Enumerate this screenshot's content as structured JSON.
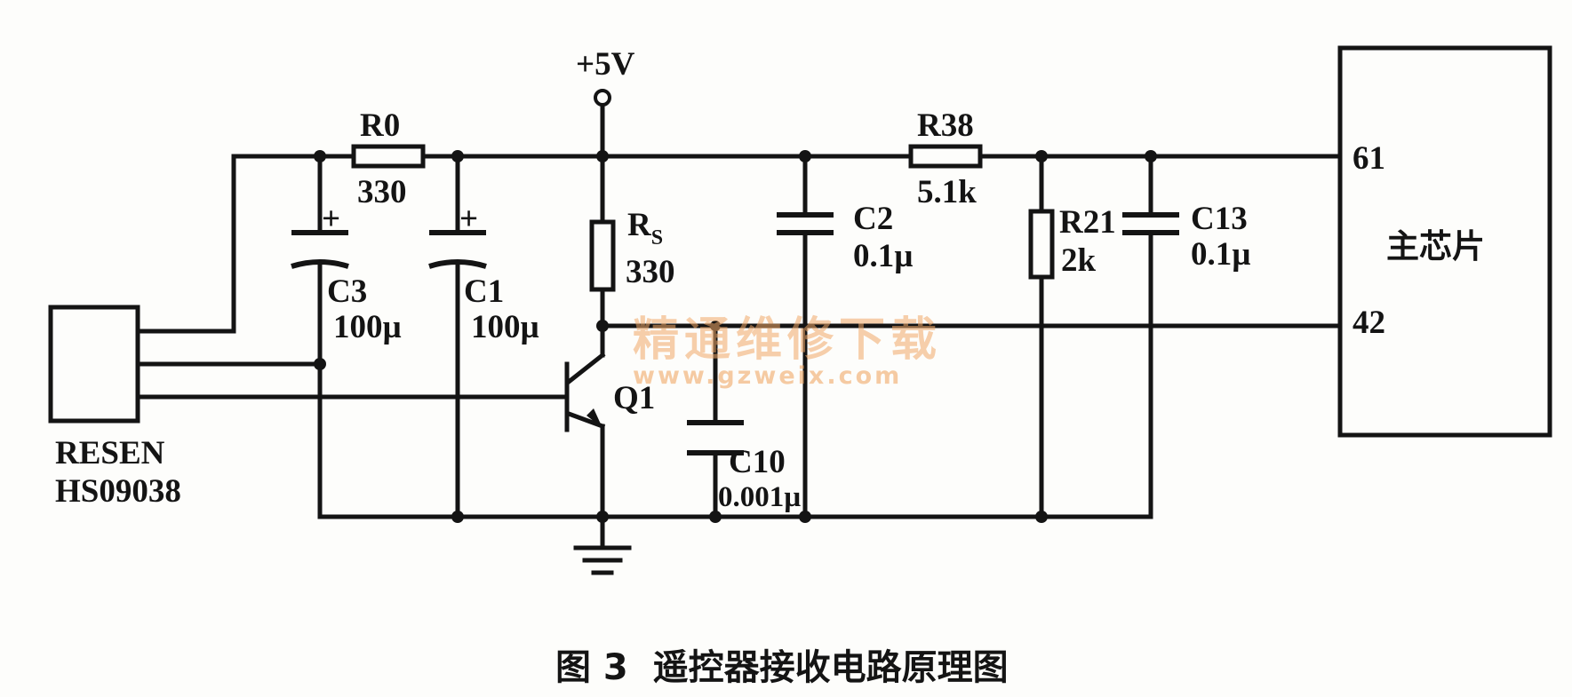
{
  "power": {
    "label": "+5V"
  },
  "receiver": {
    "label_line1": "RESEN",
    "label_line2": "HS09038"
  },
  "resistors": {
    "r0": {
      "name": "R0",
      "value": "330"
    },
    "rs": {
      "name": "R",
      "name_sub": "S",
      "value": "330"
    },
    "r38": {
      "name": "R38",
      "value": "5.1k"
    },
    "r21": {
      "name": "R21",
      "value": "2k"
    }
  },
  "capacitors": {
    "c3": {
      "name": "C3",
      "value": "100µ",
      "polarity": "+"
    },
    "c1": {
      "name": "C1",
      "value": "100µ",
      "polarity": "+"
    },
    "c2": {
      "name": "C2",
      "value": "0.1µ"
    },
    "c13": {
      "name": "C13",
      "value": "0.1µ"
    },
    "c10": {
      "name": "C10",
      "value": "0.001µ"
    }
  },
  "transistor": {
    "name": "Q1"
  },
  "chip": {
    "label": "主芯片",
    "pin_top": "61",
    "pin_mid": "42"
  },
  "watermark": {
    "text": "精通维修下载",
    "url": "www.gzweix.com"
  },
  "caption": "图 3  遥控器接收电路原理图"
}
